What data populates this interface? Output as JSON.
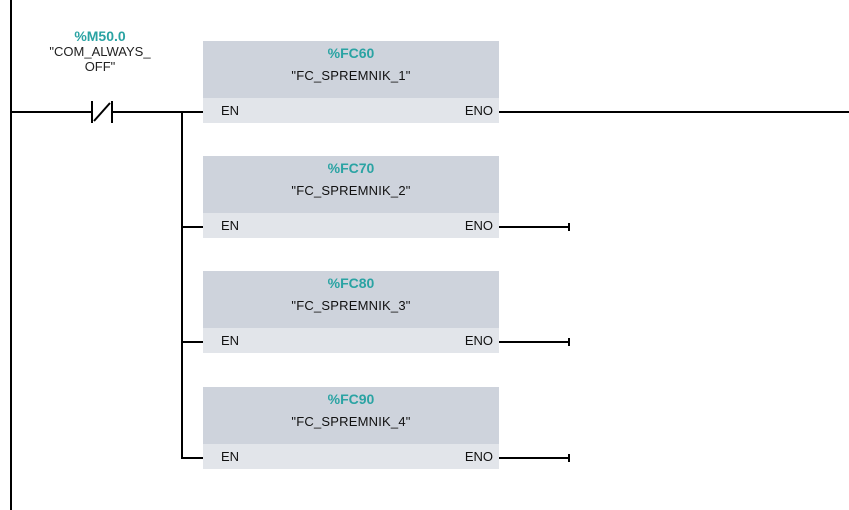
{
  "contact": {
    "address": "%M50.0",
    "name_line1": "\"COM_ALWAYS_",
    "name_line2": "OFF\"",
    "type": "normally-closed"
  },
  "blocks": [
    {
      "address": "%FC60",
      "name": "\"FC_SPREMNIK_1\"",
      "en": "EN",
      "eno": "ENO"
    },
    {
      "address": "%FC70",
      "name": "\"FC_SPREMNIK_2\"",
      "en": "EN",
      "eno": "ENO"
    },
    {
      "address": "%FC80",
      "name": "\"FC_SPREMNIK_3\"",
      "en": "EN",
      "eno": "ENO"
    },
    {
      "address": "%FC90",
      "name": "\"FC_SPREMNIK_4\"",
      "en": "EN",
      "eno": "ENO"
    }
  ],
  "colors": {
    "address": "#2aa3a3",
    "block_header": "#ced3dc",
    "block_body": "#e2e5ea",
    "wire": "#000000"
  }
}
